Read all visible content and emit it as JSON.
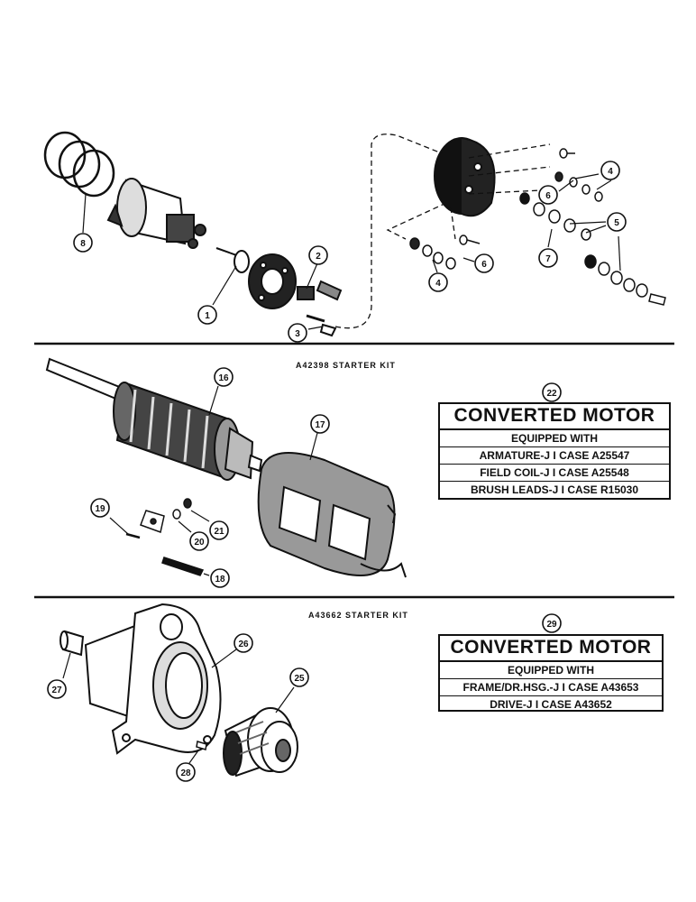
{
  "sections": {
    "kit_a": {
      "title": "A42398 STARTER KIT"
    },
    "kit_b": {
      "title": "A43662 STARTER KIT"
    }
  },
  "boxes": {
    "box22": {
      "number": "22",
      "heading": "CONVERTED MOTOR",
      "lines": [
        "EQUIPPED WITH",
        "ARMATURE-J I CASE A25547",
        "FIELD COIL-J I CASE A25548",
        "BRUSH LEADS-J I CASE R15030"
      ]
    },
    "box29": {
      "number": "29",
      "heading": "CONVERTED MOTOR",
      "lines": [
        "EQUIPPED WITH",
        "FRAME/DR.HSG.-J I CASE A43653",
        "DRIVE-J I CASE A43652"
      ]
    }
  },
  "callouts": {
    "c1": "1",
    "c2": "2",
    "c3": "3",
    "c4a": "4",
    "c4b": "4",
    "c5": "5",
    "c6a": "6",
    "c6b": "6",
    "c7": "7",
    "c8": "8",
    "c16": "16",
    "c17": "17",
    "c18": "18",
    "c19": "19",
    "c20": "20",
    "c21": "21",
    "c25": "25",
    "c26": "26",
    "c27": "27",
    "c28": "28"
  }
}
